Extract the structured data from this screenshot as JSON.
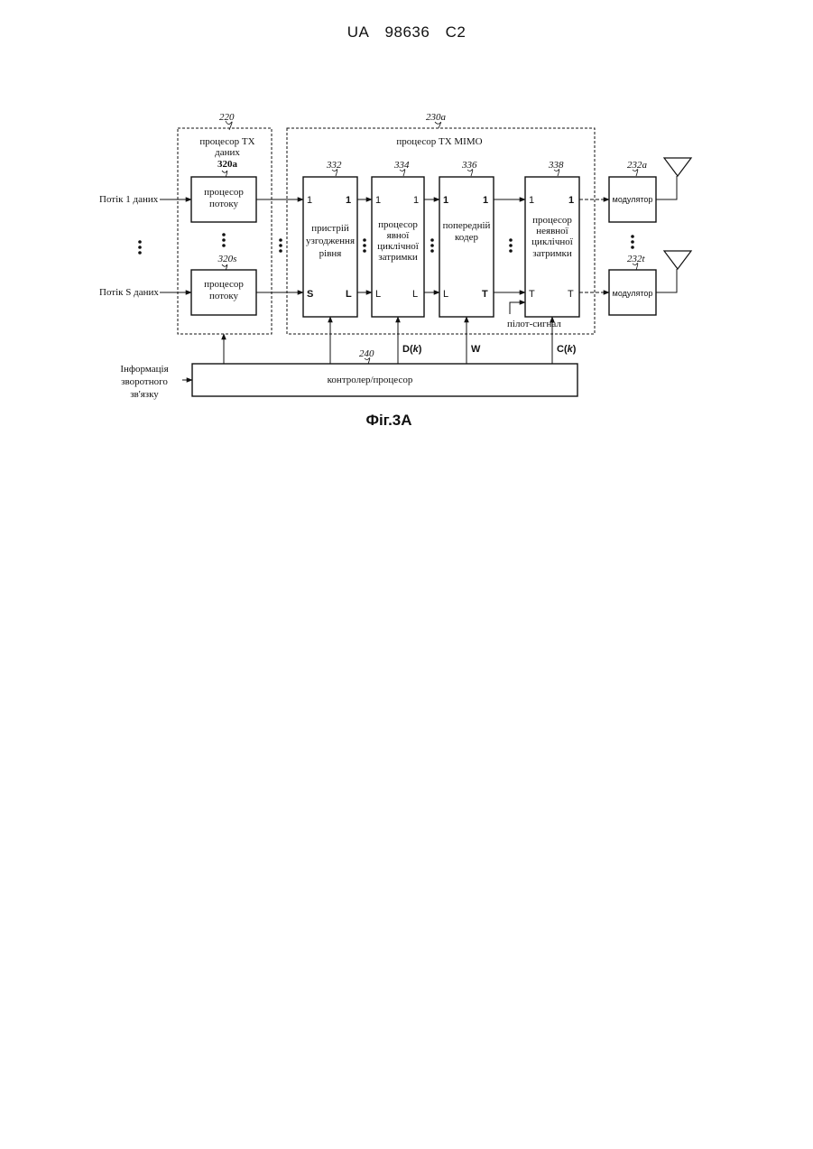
{
  "header": {
    "country": "UA",
    "number": "98636",
    "kind": "C2"
  },
  "figure": {
    "caption": "Фіг.3А",
    "inputs": {
      "stream_first": "Потік 1 даних",
      "stream_last": "Потік S даних"
    },
    "feedback_lines": [
      "Інформація",
      "зворотного",
      "зв'язку"
    ],
    "tx_data_processor": {
      "ref": "220",
      "title_lines": [
        "процесор TX",
        "даних"
      ],
      "stream_proc_first": {
        "ref": "320a",
        "lines": [
          "процесор",
          "потоку"
        ]
      },
      "stream_proc_last": {
        "ref": "320s",
        "lines": [
          "процесор",
          "потоку"
        ]
      }
    },
    "tx_mimo_processor": {
      "ref": "230a",
      "title": "процесор TX MIMO"
    },
    "blocks": [
      {
        "ref": "332",
        "lines": [
          "пристрій",
          "узгодження",
          "рівня"
        ],
        "in_top": "1",
        "out_top": "1",
        "in_bottom": "S",
        "out_bottom": "L"
      },
      {
        "ref": "334",
        "lines": [
          "процесор",
          "явної",
          "циклічної",
          "затримки"
        ],
        "in_top": "1",
        "out_top": "1",
        "in_bottom": "L",
        "out_bottom": "L"
      },
      {
        "ref": "336",
        "lines": [
          "попередній",
          "кодер"
        ],
        "in_top": "1",
        "out_top": "1",
        "in_bottom": "L",
        "out_bottom": "T"
      },
      {
        "ref": "338",
        "lines": [
          "процесор",
          "неявної",
          "циклічної",
          "затримки"
        ],
        "in_top": "1",
        "out_top": "1",
        "in_bottom": "T",
        "out_bottom": "T"
      }
    ],
    "pilot": "пілот-сигнал",
    "modulators": [
      {
        "ref": "232a",
        "label": "модулятор"
      },
      {
        "ref": "232t",
        "label": "модулятор"
      }
    ],
    "controller": {
      "ref": "240",
      "label": "контролер/процесор"
    },
    "signals": {
      "d_prefix": "D(",
      "d_var": "k",
      "d_suffix": ")",
      "w": "W",
      "c_prefix": "C(",
      "c_var": "k",
      "c_suffix": ")"
    }
  }
}
